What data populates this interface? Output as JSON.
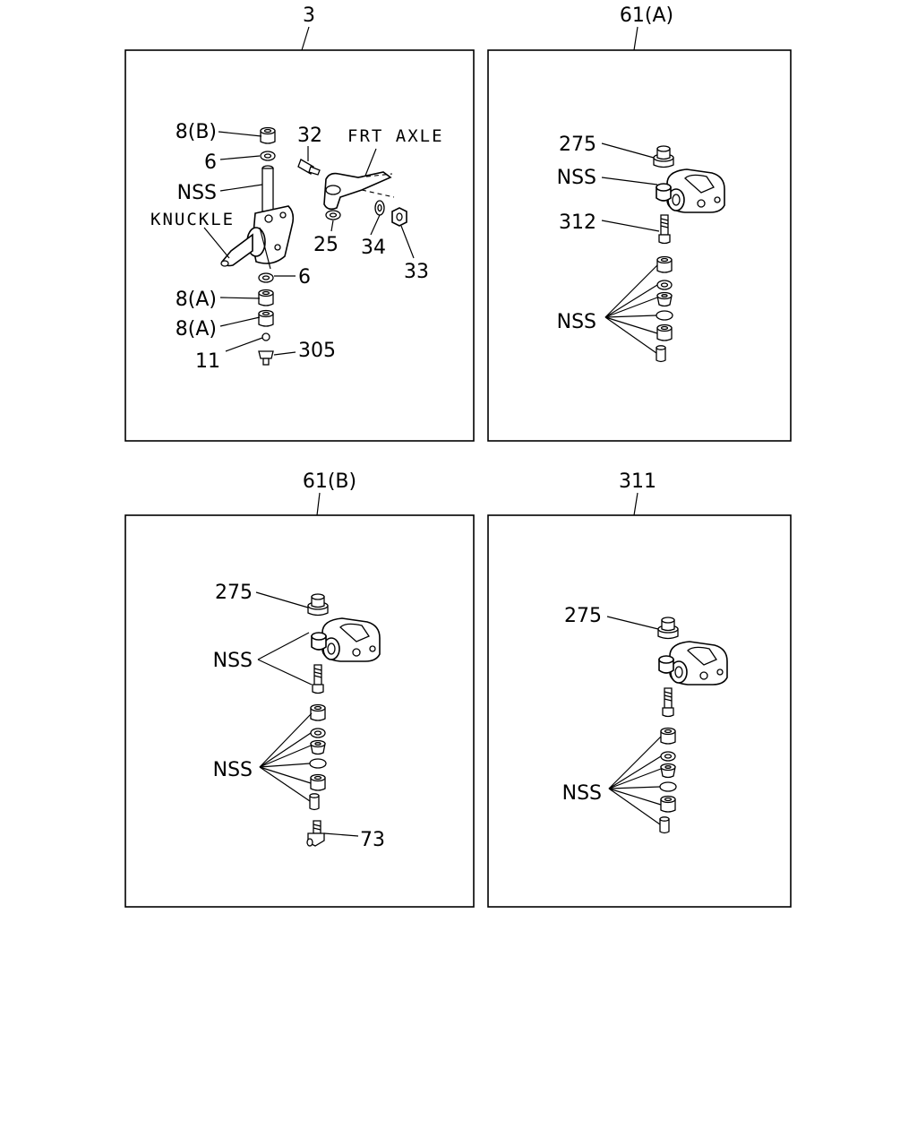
{
  "panels": [
    {
      "title": "3",
      "labels": {
        "p8b": "8(B)",
        "p6a": "6",
        "nss": "NSS",
        "knuckle": "KNUCKLE",
        "p6b": "6",
        "p8a1": "8(A)",
        "p8a2": "8(A)",
        "p11": "11",
        "p305": "305",
        "p32": "32",
        "frt_axle": "FRT AXLE",
        "p25": "25",
        "p34": "34",
        "p33": "33"
      }
    },
    {
      "title": "61(A)",
      "labels": {
        "p275": "275",
        "nss1": "NSS",
        "p312": "312",
        "nss2": "NSS"
      }
    },
    {
      "title": "61(B)",
      "labels": {
        "p275": "275",
        "nss1": "NSS",
        "nss2": "NSS",
        "p73": "73"
      }
    },
    {
      "title": "311",
      "labels": {
        "p275": "275",
        "nss": "NSS"
      }
    }
  ]
}
